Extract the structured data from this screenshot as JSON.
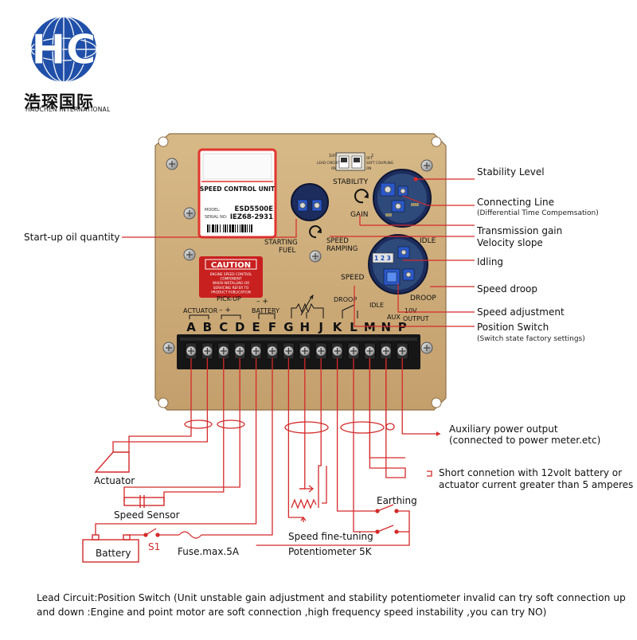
{
  "brand": {
    "logo_letters": "HC",
    "name_cn": "浩琛国际",
    "name_en": "HAOCHEN INTERNATIONAL"
  },
  "controller": {
    "unit_title": "SPEED CONTROL UNIT",
    "model_label": "MODEL:",
    "model": "ESD5500E",
    "serial_label": "SERIAL NO:",
    "serial": "IEZ68-2931",
    "caution": "CAUTION",
    "caution_text": [
      "ENGINE SPEED CONTROL",
      "COMPONENT",
      "WHEN INSTALLING OR",
      "SERVICING REFER TO",
      "PRODUCT PUBLICATION"
    ],
    "switch_labels": {
      "lead_circuit": "LEAD CIRCUIT",
      "on": "ON",
      "off": "OFF",
      "soft_coupling": "SOFT COUPLING",
      "one": "1",
      "two": "2"
    },
    "pot_labels": {
      "stability": "STABILITY",
      "gain": "GAIN",
      "starting_fuel": "STARTING\nFUEL",
      "speed_ramping": "SPEED\nRAMPING",
      "idle": "IDLE",
      "speed": "SPEED",
      "droop": "DROOP",
      "dip": "1 2 3"
    },
    "terminal_group_labels": {
      "actuator": "ACTUATOR",
      "pickup": "PICK-UP",
      "pickup_signs": "–  +",
      "battery_signs": "–  +",
      "battery": "BATTERY",
      "droop": "DROOP",
      "idle": "IDLE",
      "aux": "AUX",
      "v10": "10V",
      "output": "OUTPUT"
    },
    "terminals": [
      "A",
      "B",
      "C",
      "D",
      "E",
      "F",
      "G",
      "H",
      "J",
      "K",
      "L",
      "M",
      "N",
      "P"
    ]
  },
  "callouts": {
    "stability_level": "Stability Level",
    "connecting_line": "Connecting Line",
    "connecting_line_sub": "(Differential Time Compemsation)",
    "transmission_gain": "Transmission gain",
    "velocity_slope": "Velocity  slope",
    "idling": "Idling",
    "speed_droop": "Speed droop",
    "speed_adjustment": "Speed adjustment",
    "position_switch": "Position Switch",
    "position_switch_sub": "(Switch state factory settings)",
    "startup_oil": "Start-up oil quantity"
  },
  "wiring": {
    "aux_power_1": "Auxiliary power output",
    "aux_power_2": "(connected to power meter.etc)",
    "short_conn_1": "Short connetion with 12volt battery or",
    "short_conn_2": "actuator current greater than 5 amperes",
    "earthing": "Earthing",
    "actuator": "Actuator",
    "speed_sensor": "Speed Sensor",
    "battery": "Battery",
    "s1": "S1",
    "fuse": "Fuse.max.5A",
    "speed_fine": "Speed fine-tuning",
    "pot5k": "Potentiometer 5K"
  },
  "footnote": "Lead Circuit:Position Switch (Unit unstable  gain adjustment and stability potentiometer invalid can try soft connection up and down :Engine and point motor are soft connection ,high frequency speed instability ,you can try NO)",
  "colors": {
    "wire_red": "#d42a2a",
    "board_tan": "#c8a676",
    "logo_blue": "#1f4fa8",
    "caution_red": "#c8201f",
    "pot_blue": "#1b47b5",
    "terminal_black": "#161616"
  }
}
